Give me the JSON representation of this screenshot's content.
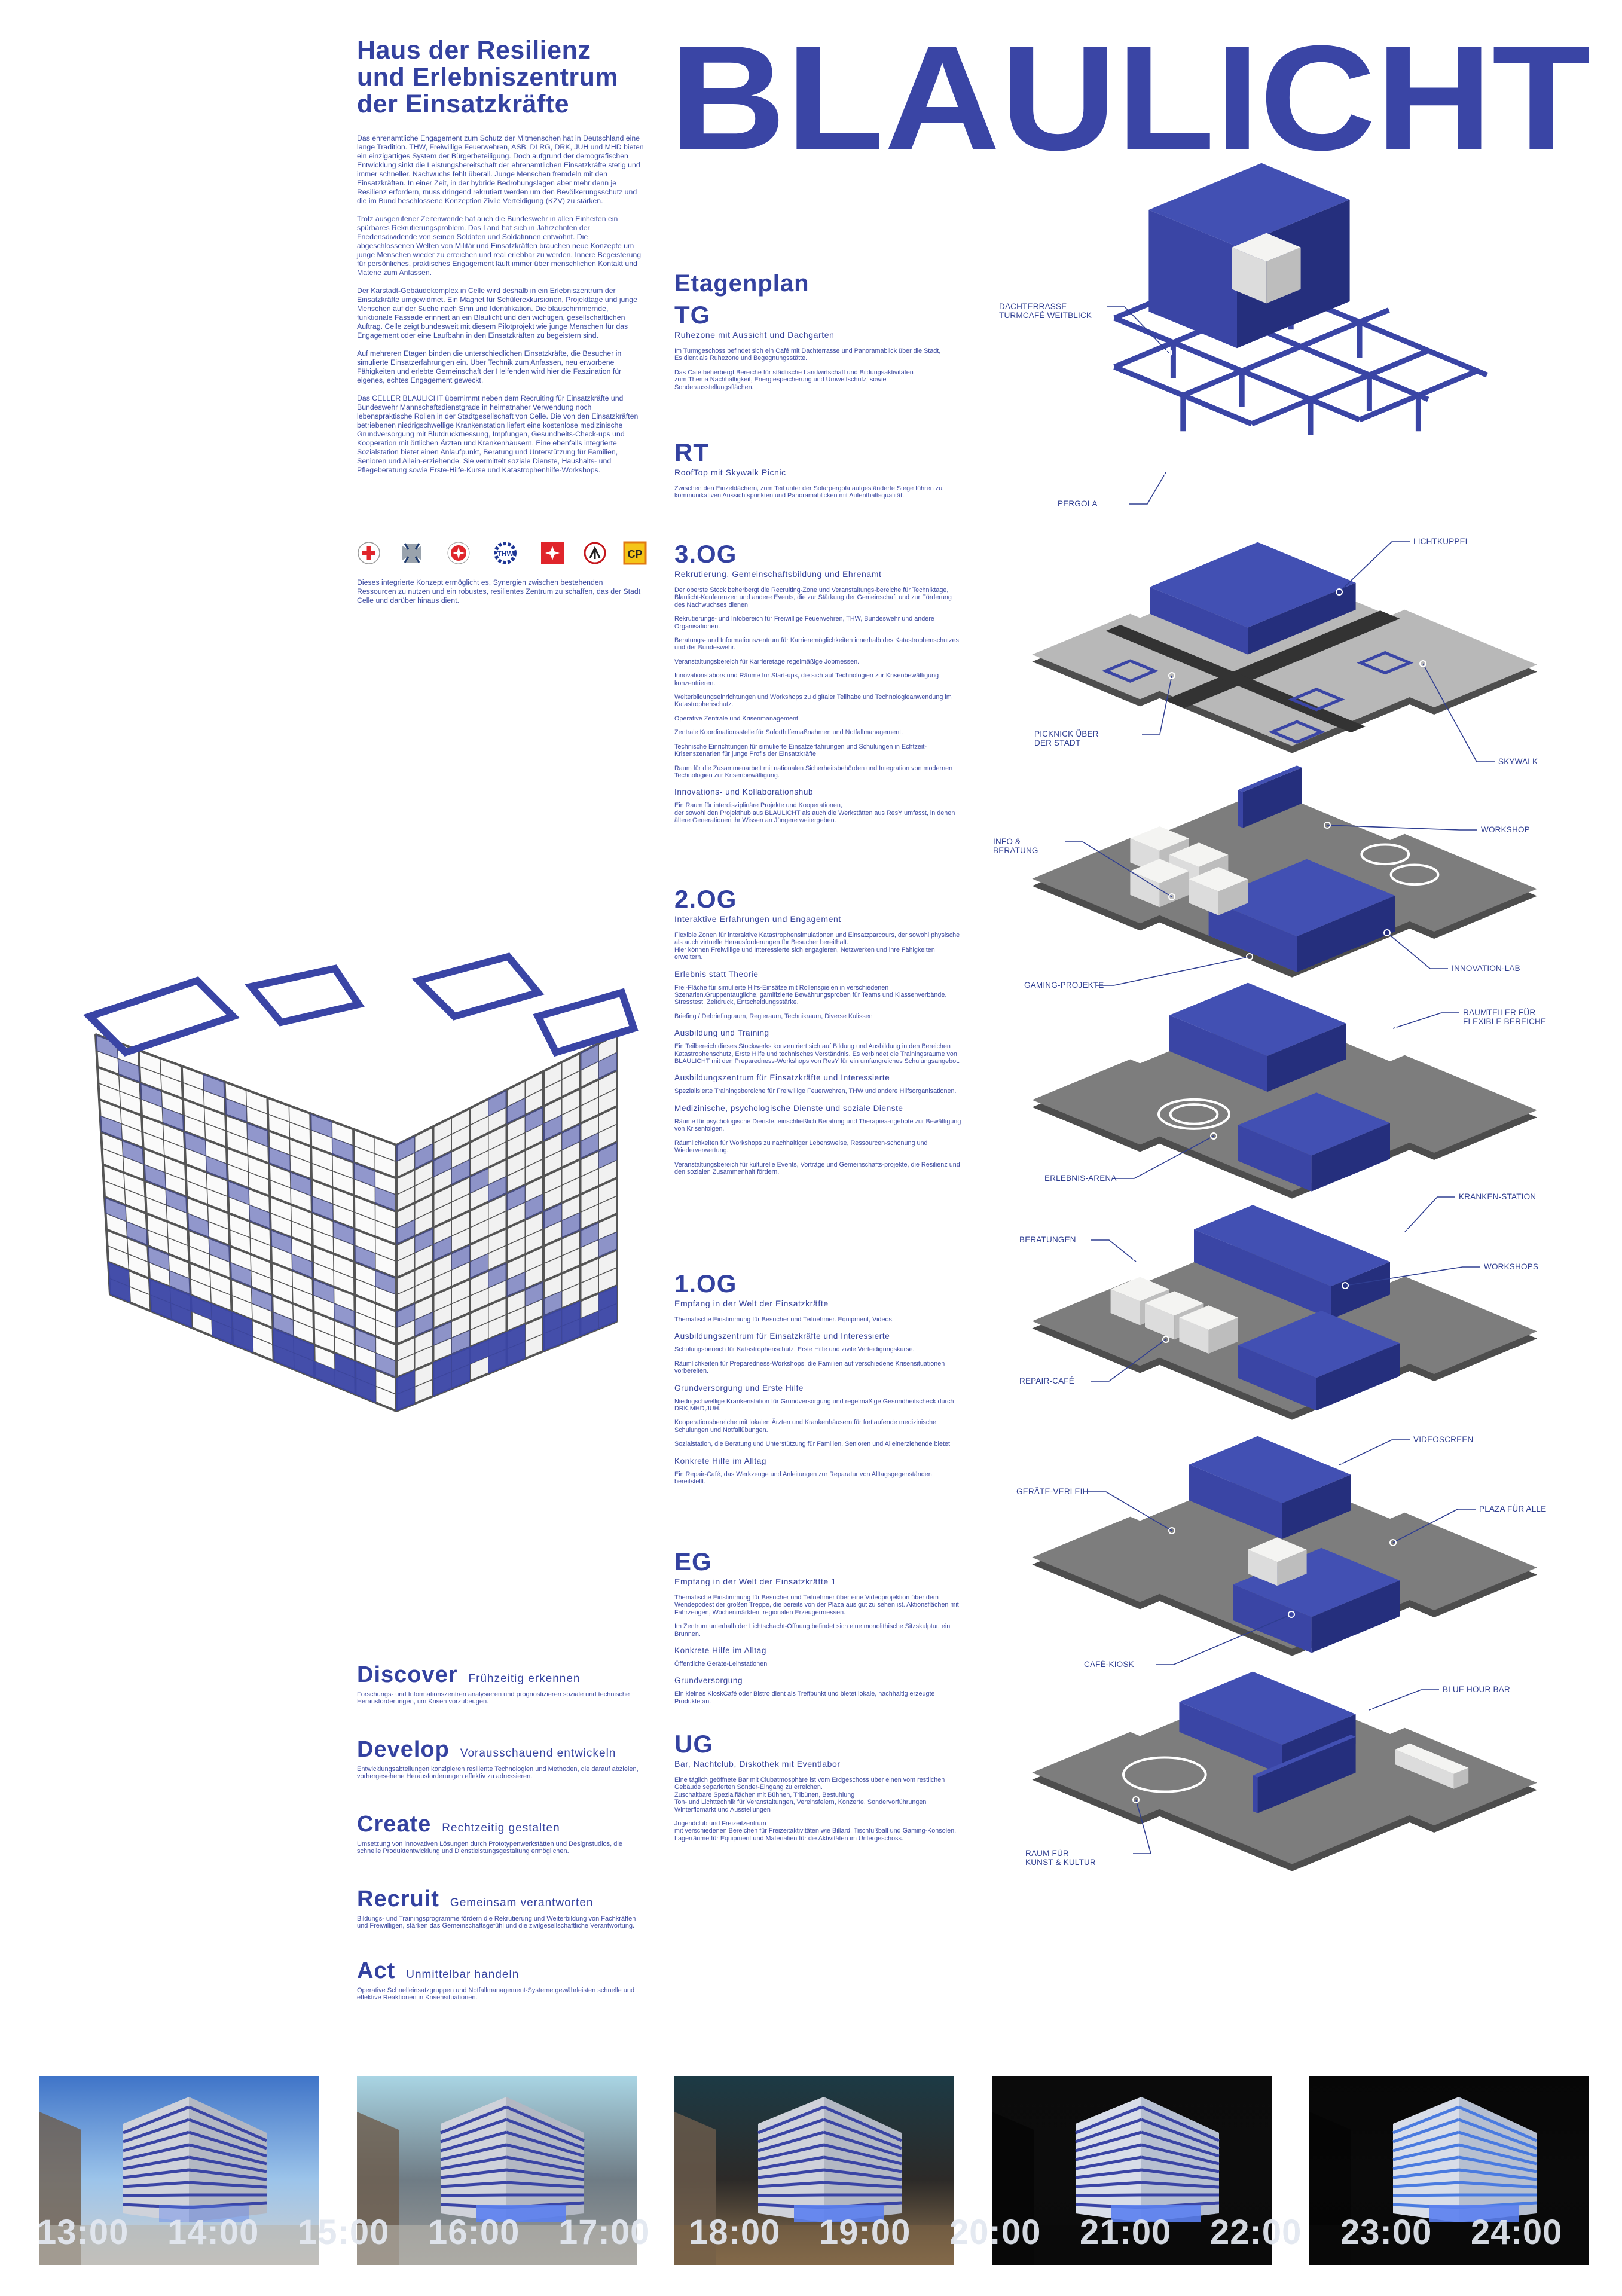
{
  "colors": {
    "brand": "#3a45a5",
    "brand_dark": "#252f7d",
    "label": "#2f3e91",
    "slab": "#7d7d7d",
    "slab_edge": "#4d4d4d"
  },
  "title": [
    "Haus der Resilienz",
    "und Erlebniszentrum",
    "der Einsatzkräfte"
  ],
  "intro": [
    "Das ehrenamtliche Engagement zum Schutz der Mitmenschen hat in Deutschland eine lange Tradition. THW, Freiwillige Feuerwehren, ASB, DLRG, DRK, JUH und MHD bieten ein einzigartiges System der Bürgerbeteiligung. Doch aufgrund der demografischen Entwicklung sinkt die Leistungsbereitschaft der ehrenamtlichen Einsatzkräfte stetig und immer schneller. Nachwuchs fehlt überall. Junge Menschen fremdeln mit den Einsatzkräften. In einer Zeit, in der hybride Bedrohungslagen aber mehr denn je Resilienz erfordern, muss dringend rekrutiert werden um den Bevölkerungsschutz und die im Bund beschlossene Konzeption Zivile Verteidigung (KZV) zu stärken.",
    "Trotz ausgerufener Zeitenwende hat auch die Bundeswehr in allen Einheiten ein spürbares Rekrutierungsproblem. Das Land hat sich in Jahrzehnten der Friedensdividende von seinen Soldaten und Soldatinnen entwöhnt. Die abgeschlossenen Welten von Militär und Einsatzkräften brauchen neue Konzepte um junge Menschen wieder zu erreichen und real erlebbar zu werden. Innere Begeisterung für persönliches, praktisches Engagement läuft immer über menschlichen Kontakt und Materie zum Anfassen.",
    "Der Karstadt-Gebäudekomplex in Celle wird deshalb in ein Erlebniszentrum der Einsatzkräfte umgewidmet. Ein Magnet für Schülerexkursionen, Projekttage und junge Menschen auf der Suche nach Sinn und Identifikation. Die blauschimmernde, funktionale Fassade erinnert an ein Blaulicht und den wichtigen, gesellschaftlichen Auftrag. Celle zeigt bundesweit mit diesem Pilotprojekt wie junge Menschen für das Engagement oder eine Laufbahn in den Einsatzkräften zu begeistern sind.",
    "Auf mehreren Etagen binden die unterschiedlichen Einsatzkräfte, die Besucher in simulierte Einsatzerfahrungen ein. Über Technik zum Anfassen, neu erworbene Fähigkeiten und erlebte Gemeinschaft der Helfenden wird hier die Faszination für eigenes, echtes Engagement geweckt.",
    "Das CELLER BLAULICHT übernimmt neben dem Recruiting für Einsatzkräfte und Bundeswehr Mannschaftsdienstgrade in heimatnaher Verwendung noch lebenspraktische Rollen in der Stadtgesellschaft von Celle. Die von den Einsatzkräften betriebenen niedrigschwellige Krankenstation liefert eine kostenlose medizinische Grundversorgung mit Blutdruckmessung, Impfungen, Gesundheits-Check-ups und Kooperation mit örtlichen Ärzten und Krankenhäusern. Eine ebenfalls integrierte Sozialstation bietet einen Anlaufpunkt, Beratung und Unterstützung für Familien, Senioren und Allein-erziehende. Sie vermittelt soziale Dienste, Haushalts- und Pflegeberatung sowie Erste-Hilfe-Kurse und Katastrophenhilfe-Workshops."
  ],
  "logos": [
    {
      "name": "drk-logo",
      "text": "DEUTSCHES ROTES KREUZ"
    },
    {
      "name": "bundeswehr-cross-logo"
    },
    {
      "name": "johanniter-logo",
      "text": "JOHANNITER UNFALL-HILFE"
    },
    {
      "name": "thw-logo",
      "text": "THW"
    },
    {
      "name": "malteser-logo"
    },
    {
      "name": "feuerwehr-logo"
    },
    {
      "name": "cp-logo",
      "text": "CP"
    }
  ],
  "outro": "Dieses integrierte Konzept ermöglicht es, Synergien zwischen bestehenden Ressourcen zu nutzen und ein robustes, resilientes Zentrum zu schaffen, das der Stadt Celle und darüber hinaus dient.",
  "brand": "BLAULICHT",
  "etagenplan": {
    "heading": "Etagenplan",
    "floors": [
      {
        "code": "TG",
        "subtitle": "Ruhezone mit Aussicht und Dachgarten",
        "blocks": [
          {
            "paras": [
              "Im Turmgeschoss befindet sich ein Café mit Dachterrasse und Panoramablick über die Stadt,\nEs dient als Ruhezone und Begegnungsstätte.",
              "Das Café beherbergt Bereiche für städtische Landwirtschaft und Bildungsaktivitäten\nzum Thema Nachhaltigkeit, Energiespeicherung und Umweltschutz, sowie Sonderausstellungsflächen."
            ]
          }
        ]
      },
      {
        "code": "RT",
        "subtitle": "RoofTop mit Skywalk Picnic",
        "blocks": [
          {
            "paras": [
              "Zwischen den Einzeldächern, zum Teil unter der Solarpergola aufgeständerte Stege führen zu kommunikativen Aussichtspunkten und Panoramablicken mit Aufenthaltsqualität."
            ]
          }
        ]
      },
      {
        "code": "3.OG",
        "subtitle": "Rekrutierung, Gemeinschaftsbildung und Ehrenamt",
        "blocks": [
          {
            "paras": [
              "Der oberste Stock beherbergt die Recruiting-Zone und Veranstaltungs-bereiche für Techniktage, Blaulicht-Konferenzen und andere Events, die zur Stärkung der Gemeinschaft und zur Förderung des Nachwuchses dienen.",
              "Rekrutierungs- und Infobereich  für Freiwillige Feuerwehren, THW, Bundeswehr und andere  Organisationen.",
              "Beratungs- und Informationszentrum für Karrieremöglichkeiten innerhalb des Katastrophenschutzes und der Bundeswehr.",
              "Veranstaltungsbereich für Karrieretage regelmäßige Jobmessen.",
              "Innovationslabors und Räume für Start-ups, die sich auf Technologien zur Krisenbewältigung konzentrieren.",
              "Weiterbildungseinrichtungen und Workshops zu digitaler Teilhabe und Technologieanwendung im Katastrophenschutz.",
              "Operative Zentrale und Krisenmanagement",
              "Zentrale Koordinationsstelle für Soforthilfemaßnahmen und Notfallmanagement.",
              "Technische Einrichtungen für simulierte Einsatzerfahrungen und Schulungen in Echtzeit-Krisenszenarien für junge Profis der Einsatzkräfte.",
              "Raum für die Zusammenarbeit mit nationalen Sicherheitsbehörden und Integration von modernen Technologien zur Krisenbewältigung."
            ]
          },
          {
            "heading": "Innovations- und Kollaborationshub",
            "paras": [
              "Ein Raum für interdisziplinäre Projekte und Kooperationen,\nder sowohl den Projekthub aus BLAULICHT als auch die Werkstätten aus ResY umfasst, in denen ältere Generationen ihr Wissen an Jüngere weitergeben."
            ]
          }
        ]
      },
      {
        "code": "2.OG",
        "subtitle": "Interaktive Erfahrungen und Engagement",
        "blocks": [
          {
            "paras": [
              "Flexible Zonen für interaktive Katastrophensimulationen und Einsatzparcours, der sowohl physische als auch virtuelle Herausforderungen für Besucher bereithält.\nHier können Freiwillige und Interessierte sich engagieren, Netzwerken und ihre Fähigkeiten erweitern."
            ]
          },
          {
            "heading": "Erlebnis statt Theorie",
            "paras": [
              "Frei-Fläche für simulierte Hilfs-Einsätze mit Rollenspielen in verschiedenen Szenarien.Gruppentaugliche, gamifizierte Bewährungsproben für Teams und Klassenverbände. Stresstest, Zeitdruck, Entscheidungsstärke.",
              "Briefing / Debriefingraum, Regieraum, Technikraum, Diverse Kulissen"
            ]
          },
          {
            "heading": "Ausbildung und Training",
            "paras": [
              "Ein Teilbereich dieses Stockwerks konzentriert sich auf Bildung und Ausbildung in den Bereichen Katastrophenschutz, Erste Hilfe und technisches Verständnis. Es verbindet die Trainingsräume von BLAULICHT mit den Preparedness-Workshops von ResY für ein umfangreiches Schulungsangebot."
            ]
          },
          {
            "heading": "Ausbildungszentrum für Einsatzkräfte und Interessierte",
            "paras": [
              "Spezialisierte Trainingsbereiche für Freiwillige Feuerwehren, THW und andere Hilfsorganisationen."
            ]
          },
          {
            "heading": "Medizinische, psychologische Dienste und soziale Dienste",
            "paras": [
              "Räume für psychologische Dienste, einschließlich Beratung und Therapiea-ngebote zur Bewältigung von Krisenfolgen.",
              "Räumlichkeiten für Workshops zu nachhaltiger Lebensweise, Ressourcen-schonung und Wiederverwertung.",
              "Veranstaltungsbereich für kulturelle Events, Vorträge und Gemeinschafts-projekte, die Resilienz und den sozialen Zusammenhalt fördern."
            ]
          }
        ]
      },
      {
        "code": "1.OG",
        "subtitle": "Empfang in der Welt der Einsatzkräfte",
        "blocks": [
          {
            "paras": [
              "Thematische Einstimmung für Besucher und Teilnehmer. Equipment, Videos."
            ]
          },
          {
            "heading": "Ausbildungszentrum für Einsatzkräfte und Interessierte",
            "paras": [
              "Schulungsbereich für Katastrophenschutz, Erste Hilfe und zivile Verteidigungskurse.",
              "Räumlichkeiten für Preparedness-Workshops, die Familien auf verschiedene Krisensituationen vorbereiten."
            ]
          },
          {
            "heading": "Grundversorgung und Erste Hilfe",
            "paras": [
              "Niedrigschwellige Krankenstation für Grundversorgung und regelmäßige Gesundheitscheck durch DRK,MHD,JUH.",
              "Kooperationsbereiche mit lokalen Ärzten und Krankenhäusern für fortlaufende medizinische Schulungen und Notfallübungen.",
              "Sozialstation, die Beratung und Unterstützung für Familien, Senioren und Alleinerziehende bietet."
            ]
          },
          {
            "heading": "Konkrete Hilfe im Alltag",
            "paras": [
              "Ein Repair-Café, das Werkzeuge und Anleitungen zur Reparatur von Alltagsgegenständen bereitstellt."
            ]
          }
        ]
      },
      {
        "code": "EG",
        "subtitle": "Empfang in der Welt der Einsatzkräfte 1",
        "blocks": [
          {
            "paras": [
              "Thematische Einstimmung für Besucher und Teilnehmer über eine Videoprojektion über dem Wendepodest der großen Treppe, die bereits von der Plaza aus gut zu sehen ist. Aktionsflächen mit Fahrzeugen, Wochenmärkten, regionalen Erzeugermessen.",
              "Im Zentrum unterhalb der Lichtschacht-Öffnung befindet sich eine monolithische Sitzskulptur, ein Brunnen."
            ]
          },
          {
            "heading": "Konkrete Hilfe im Alltag",
            "paras": [
              "Öffentliche Geräte-Leihstationen"
            ]
          },
          {
            "heading": "Grundversorgung",
            "paras": [
              "Ein kleines KioskCafé oder Bistro dient als Treffpunkt und bietet lokale, nachhaltig erzeugte Produkte an."
            ]
          }
        ]
      },
      {
        "code": "UG",
        "subtitle": "Bar, Nachtclub, Diskothek mit Eventlabor",
        "blocks": [
          {
            "paras": [
              "Eine täglich geöffnete Bar mit Clubatmosphäre ist vom Erdgeschoss über einen vom restlichen Gebäude separierten Sonder-Eingang zu erreichen.\nZuschaltbare Spezialflächen mit Bühnen, Tribünen, Bestuhlung\nTon- und Lichttechnik für Veranstaltungen, Vereinsfeiern, Konzerte, Sondervorführungen\nWinterflomarkt und Ausstellungen",
              "Jugendclub und Freizeitzentrum\nmit verschiedenen Bereichen für Freizeitaktivitäten wie Billard, Tischfußball und Gaming-Konsolen.\nLagerräume für Equipment und Materialien für die Aktivitäten im Untergeschoss."
            ]
          }
        ]
      }
    ]
  },
  "pillars": [
    {
      "word": "Discover",
      "sub": "Frühzeitig erkennen",
      "text": "Forschungs- und Informationszentren analysieren und prognostizieren soziale und technische Herausforderungen, um Krisen vorzubeugen."
    },
    {
      "word": "Develop",
      "sub": "Vorausschauend entwickeln",
      "text": "Entwicklungsabteilungen konzipieren resiliente Technologien und Methoden, die darauf abzielen, vorhergesehene Herausforderungen effektiv zu adressieren."
    },
    {
      "word": "Create",
      "sub": "Rechtzeitig gestalten",
      "text": "Umsetzung von innovativen Lösungen durch Prototypenwerkstätten und Designstudios, die schnelle Produktentwicklung und Dienstleistungsgestaltung ermöglichen."
    },
    {
      "word": "Recruit",
      "sub": "Gemeinsam verantworten",
      "text": "Bildungs- und Trainingsprogramme fördern die Rekrutierung und Weiterbildung von Fachkräften und Freiwilligen, stärken das Gemeinschaftsgefühl und die zivilgesellschaftliche Verantwortung."
    },
    {
      "word": "Act",
      "sub": "Unmittelbar handeln",
      "text": "Operative Schnelleinsatzgruppen und Notfallmanagement-Systeme gewährleisten schnelle und effektive Reaktionen in Krisensituationen."
    }
  ],
  "labels": [
    "DACHTERRASSE\nTURMCAFÉ WEITBLICK",
    "PERGOLA",
    "LICHTKUPPEL",
    "PICKNICK ÜBER\nDER STADT",
    "SKYWALK",
    "INFO &\nBERATUNG",
    "WORKSHOP",
    "GAMING-PROJEKTE",
    "INNOVATION-LAB",
    "RAUMTEILER FÜR\nFLEXIBLE BEREICHE",
    "ERLEBNIS-ARENA",
    "KRANKEN-STATION",
    "BERATUNGEN",
    "WORKSHOPS",
    "REPAIR-CAFÉ",
    "VIDEOSCREEN",
    "GERÄTE-VERLEIH",
    "PLAZA FÜR ALLE",
    "CAFÉ-KIOSK",
    "BLUE HOUR BAR",
    "RAUM FÜR\nKUNST & KULTUR"
  ],
  "timeline": [
    "13:00",
    "14:00",
    "15:00",
    "16:00",
    "17:00",
    "18:00",
    "19:00",
    "20:00",
    "21:00",
    "22:00",
    "23:00",
    "24:00"
  ]
}
